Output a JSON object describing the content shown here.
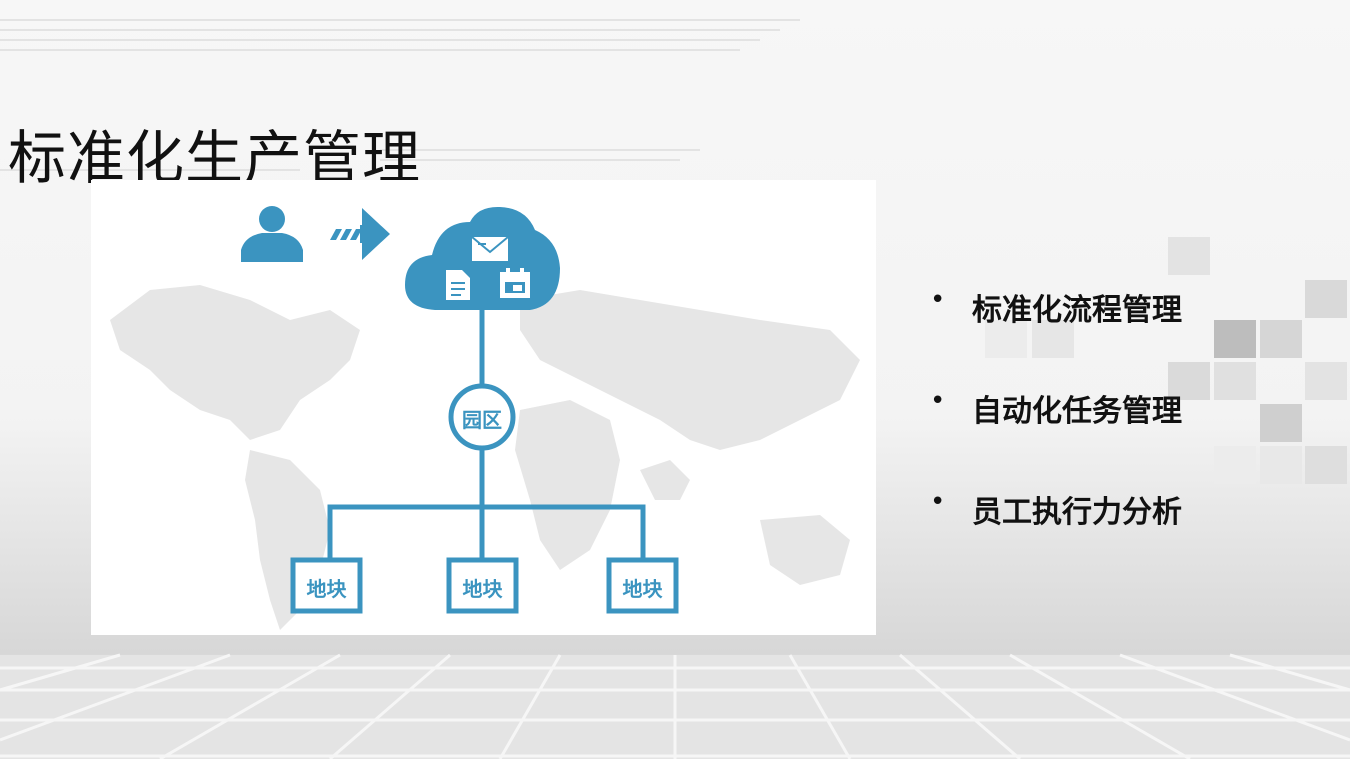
{
  "slide": {
    "title": "标准化生产管理"
  },
  "diagram": {
    "hub_label": "园区",
    "leaf_labels": [
      "地块",
      "地块",
      "地块"
    ],
    "accent_color": "#3b94c0"
  },
  "bullets": [
    "标准化流程管理",
    "自动化任务管理",
    "员工执行力分析"
  ],
  "icons": {
    "user": "user-icon",
    "arrow": "arrow-right-icon",
    "cloud": "cloud-icon",
    "mail": "mail-icon",
    "document": "document-icon",
    "calendar": "calendar-icon"
  }
}
